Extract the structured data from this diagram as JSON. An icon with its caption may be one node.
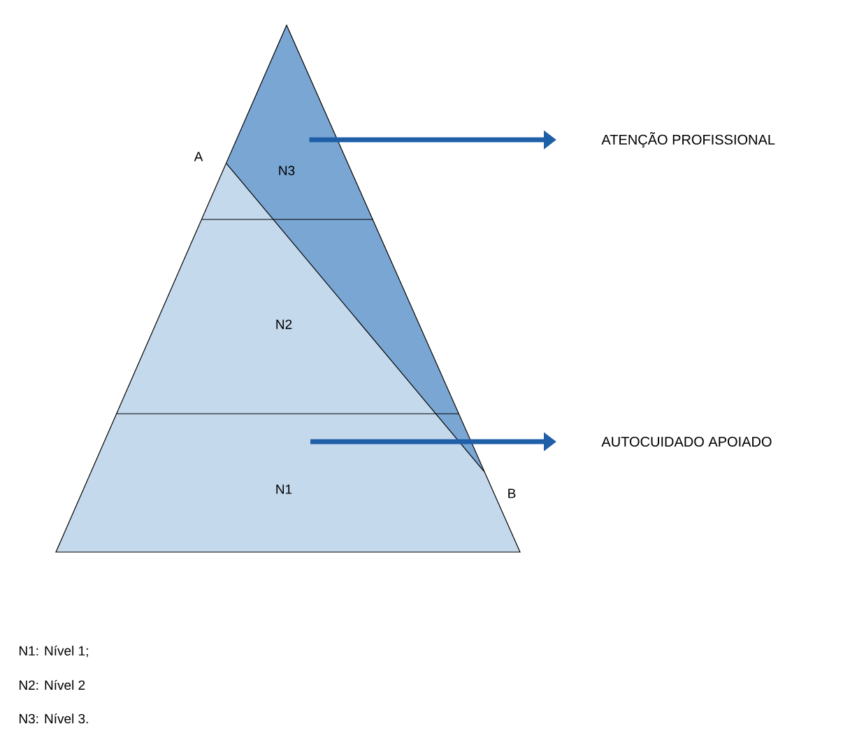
{
  "diagram": {
    "nodes": [
      {
        "text": [
          "N3"
        ]
      },
      {
        "text": [
          "N2"
        ]
      },
      {
        "text": [
          "N1"
        ]
      },
      {
        "text": [
          "ATENÇÃO PROFISSIONAL"
        ]
      },
      {
        "text": [
          "AUTOCUIDADO APOIADO"
        ]
      }
    ],
    "edges": [
      {
        "from": 0,
        "to": 3,
        "arrow": "to"
      },
      {
        "from": null,
        "to": 4,
        "arrow": "to"
      }
    ],
    "labels": [
      "A",
      "B",
      "N1: Nível 1;",
      "N2: Nível 2",
      "N3: Nível 3."
    ]
  }
}
